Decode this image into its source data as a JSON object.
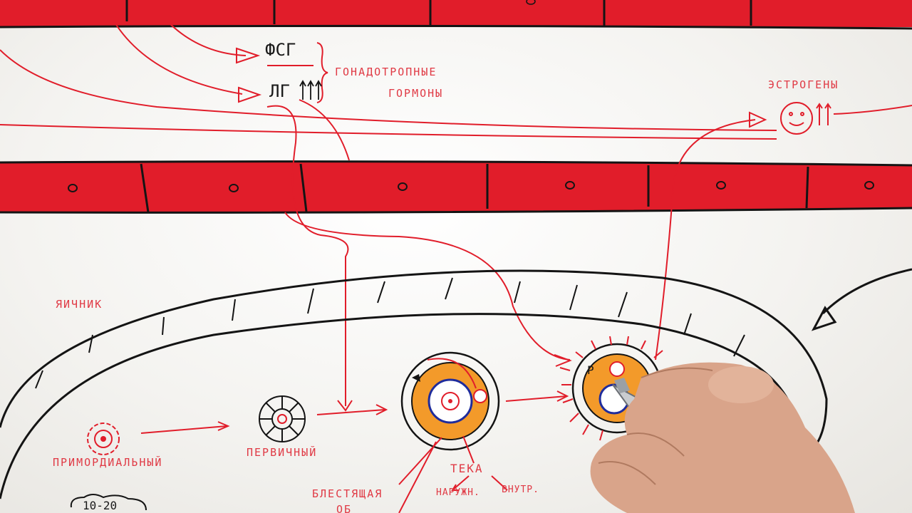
{
  "hormones": {
    "fsh": "ФСГ",
    "lh": "ЛГ",
    "group_label_line1": "ГОНАДОТРОПНЫЕ",
    "group_label_line2": "ГОРМОНЫ",
    "estrogens": "ЭСТРОГЕНЫ"
  },
  "ovary": {
    "label": "ЯИЧНИК"
  },
  "follicles": {
    "primordial": "ПРИМОРДИАЛЬНЫЙ",
    "primary": "ПЕРВИЧНЫЙ",
    "theca": "ТЕКА",
    "theca_outer": "НАРУЖН.",
    "theca_inner": "ВНУТР.",
    "zona_line1": "БЛЕСТЯЩАЯ",
    "zona_line2": "ОБ",
    "marker": "Р",
    "count_note": "10-20"
  },
  "colors": {
    "red": "#e11d2a",
    "orange": "#f39a2a",
    "blue": "#1f2c9c",
    "ink": "#141414"
  }
}
